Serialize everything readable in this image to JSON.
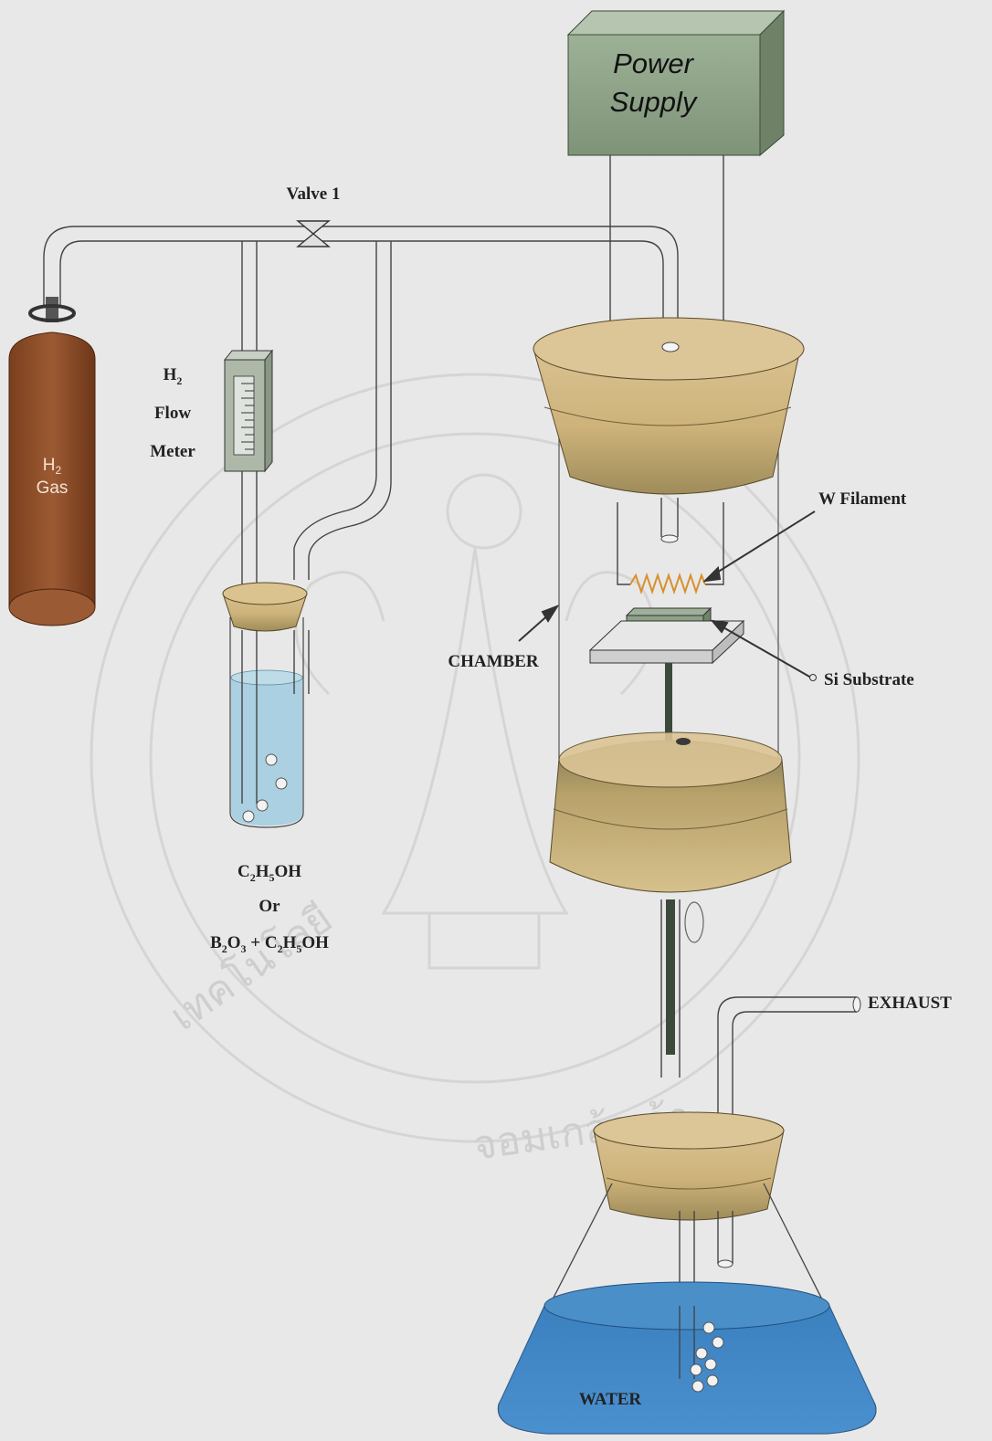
{
  "labels": {
    "power_supply_line1": "Power",
    "power_supply_line2": "Supply",
    "valve": "Valve 1",
    "flow_meter_line1": "H",
    "flow_meter_line1_sub": "2",
    "flow_meter_line2": "Flow",
    "flow_meter_line3": "Meter",
    "gas_line1": "H",
    "gas_line1_sub": "2",
    "gas_line2": "Gas",
    "w_filament": "W  Filament",
    "chamber": "CHAMBER",
    "si_substrate": "Si  Substrate",
    "liquid_1": {
      "a": "C",
      "a_sub": "2",
      "b": "H",
      "b_sub": "5",
      "c": "OH"
    },
    "or": "Or",
    "liquid_2": {
      "a": "B",
      "a_sub": "2",
      "b": "O",
      "b_sub": "3",
      "c": " + C",
      "c_sub": "2",
      "d": "H",
      "d_sub": "5",
      "e": "OH"
    },
    "exhaust": "EXHAUST",
    "water": "WATER"
  },
  "watermark": {
    "text_left": "สถาบันเทคโนโลยีพระจอมเกล้าเจ้าคุณทหารลาดกระบัง"
  },
  "colors": {
    "background": "#e8e8e8",
    "power_supply": "#8fa38a",
    "gas_cylinder": "#8c4a25",
    "stopper": "#d8c08c",
    "liquid": "#a7cfe0",
    "water": "#3f86c4",
    "filament": "#d8902c"
  }
}
